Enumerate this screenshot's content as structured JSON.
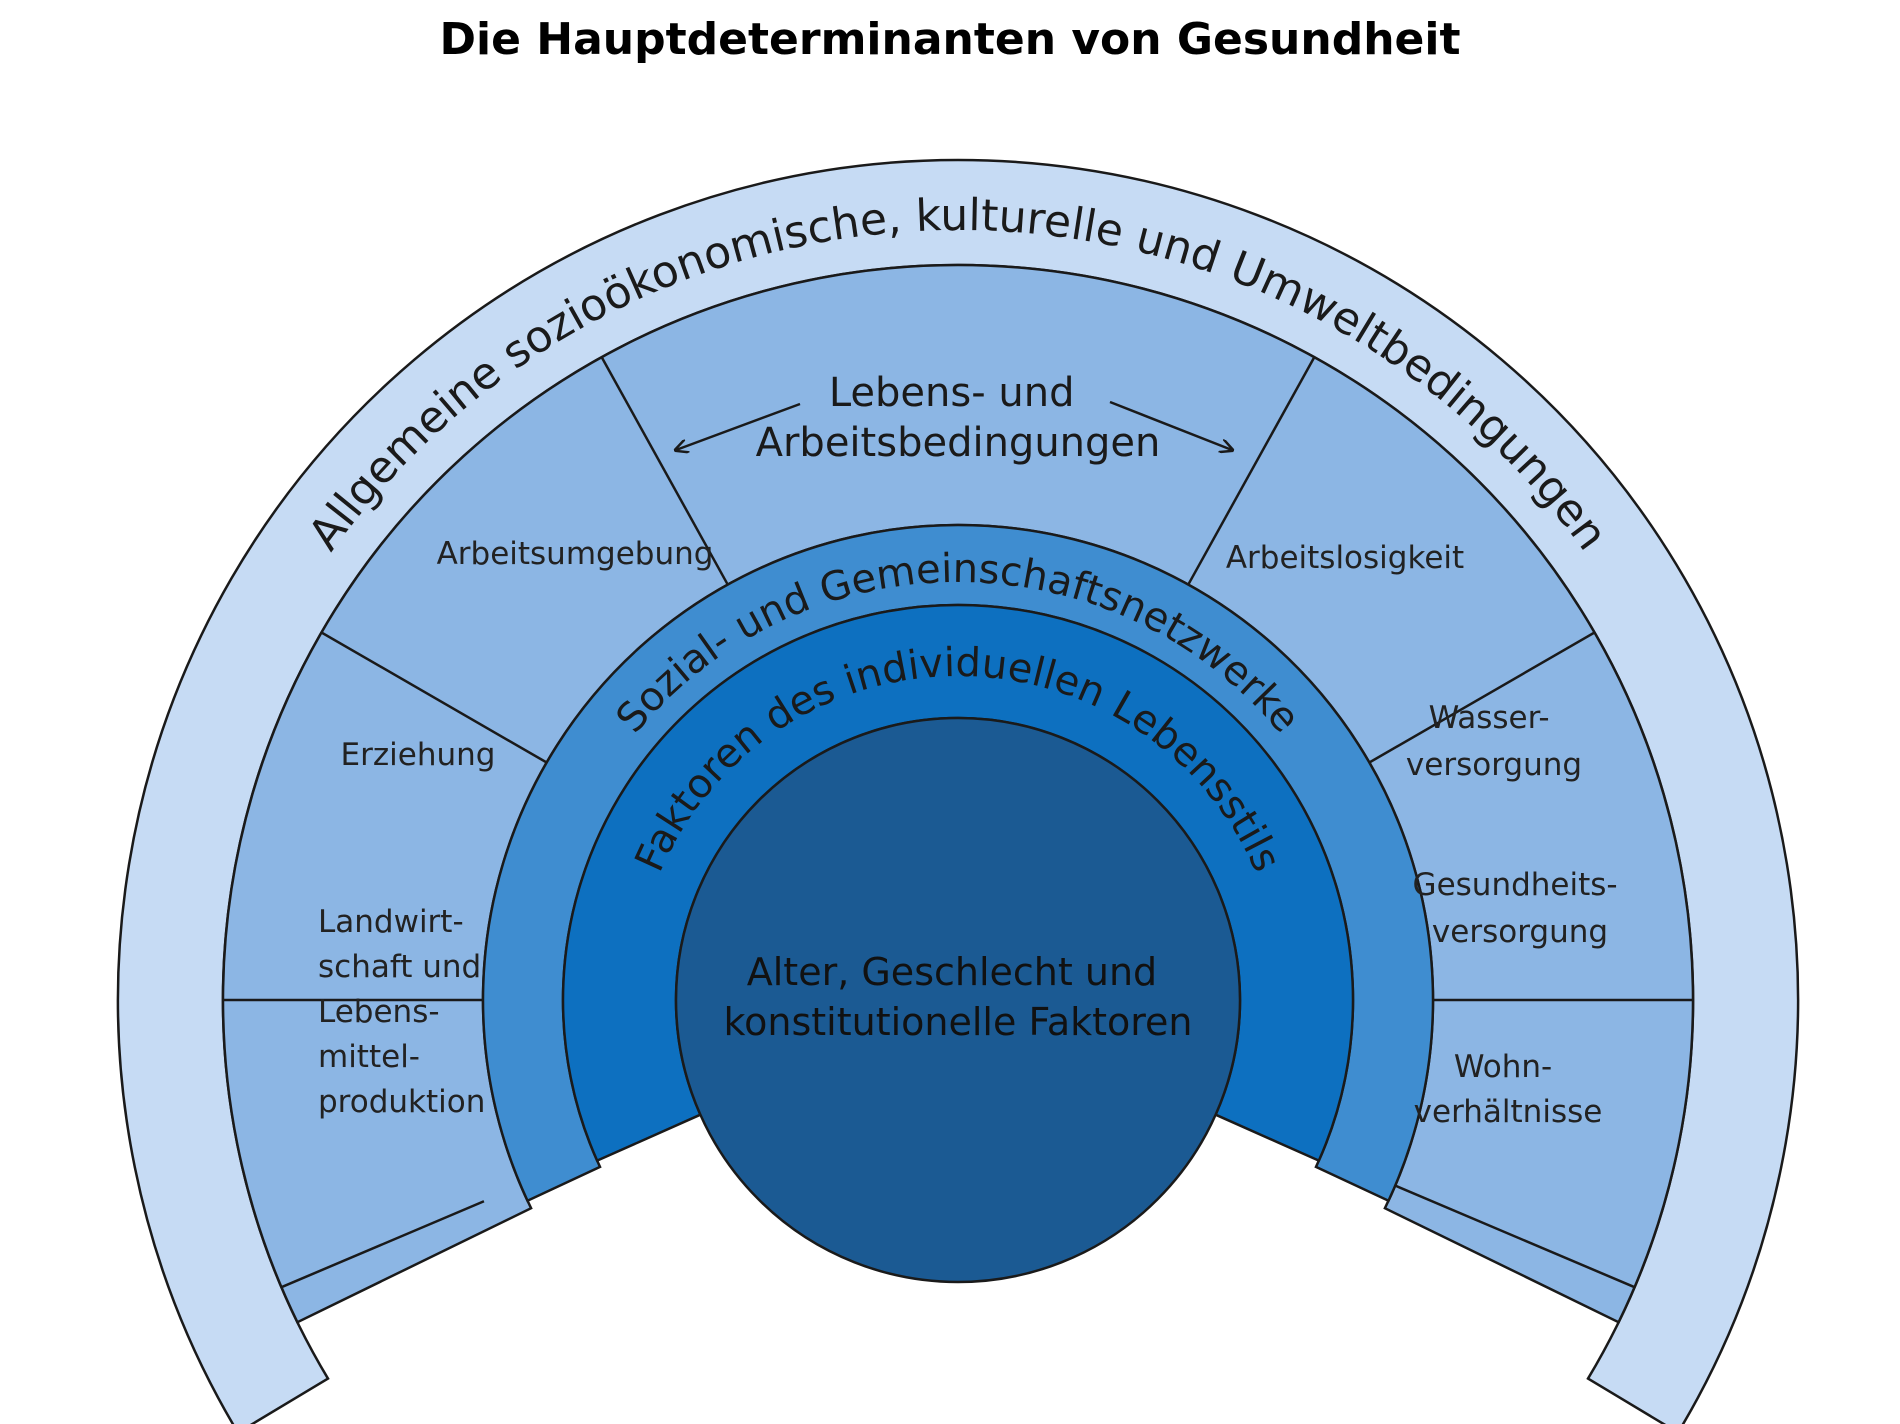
{
  "title": "Die Hauptdeterminanten von Gesundheit",
  "colors": {
    "outer_ring": "#c6dbf4",
    "segment_ring": "#8cb6e4",
    "social_ring": "#3f8dd0",
    "lifestyle_ring": "#0d70c0",
    "core": "#1b5a93",
    "stroke": "#1a1a1a"
  },
  "layers": {
    "outer": "Allgemeine sozioökonomische, kulturelle und Umweltbedingungen",
    "social": "Sozial- und Gemeinschaftsnetzwerke",
    "lifestyle": "Faktoren des individuellen Lebensstils",
    "core": [
      "Alter, Geschlecht und",
      "konstitutionelle Faktoren"
    ]
  },
  "living_conditions": [
    "Lebens- und",
    "Arbeitsbedingungen"
  ],
  "segments": [
    {
      "name": "landwirtschaft",
      "lines": [
        "Landwirt-",
        "schaft und",
        "Lebens-",
        "mittel-",
        "produktion"
      ]
    },
    {
      "name": "erziehung",
      "lines": [
        "Erziehung"
      ]
    },
    {
      "name": "arbeitsumgebung",
      "lines": [
        "Arbeitsumgebung"
      ]
    },
    {
      "name": "arbeitslosigkeit",
      "lines": [
        "Arbeitslosigkeit"
      ]
    },
    {
      "name": "wasserversorgung",
      "lines": [
        "Wasser-",
        "versorgung"
      ]
    },
    {
      "name": "gesundheitsversorgung",
      "lines": [
        "Gesundheits-",
        "versorgung"
      ]
    },
    {
      "name": "wohnverhaeltnisse",
      "lines": [
        "Wohn-",
        "verhältnisse"
      ]
    }
  ]
}
